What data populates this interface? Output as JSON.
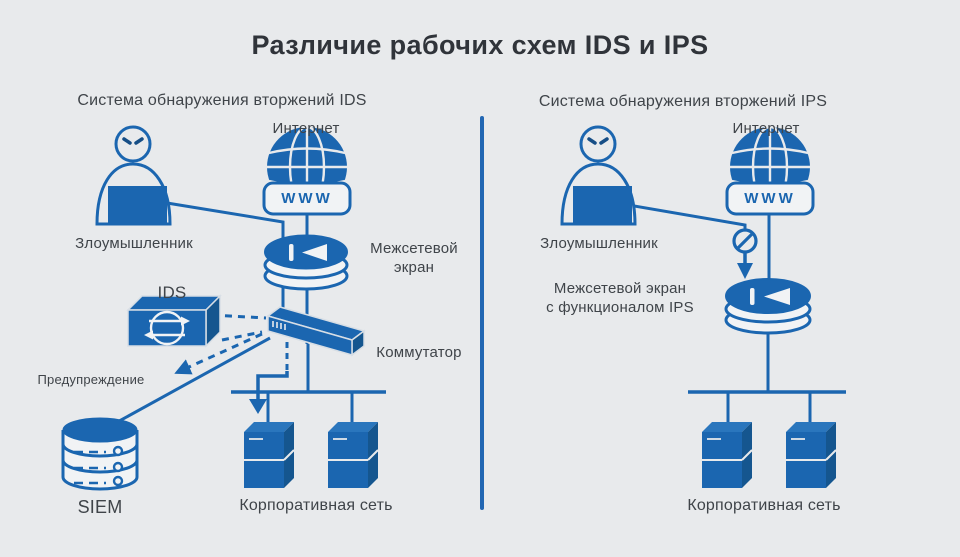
{
  "title": "Различие рабочих схем IDS и IPS",
  "colors": {
    "accent_blue": "#1b66b0",
    "divider_blue": "#2267b3",
    "background": "#e8eaec",
    "text_dark": "#3f4449"
  },
  "left": {
    "subtitle": "Система обнаружения вторжений IDS",
    "labels": {
      "internet": "Интернет",
      "internet_badge": "WWW",
      "attacker": "Злоумышленник",
      "firewall": "Межсетевой\nэкран",
      "ids": "IDS",
      "switch": "Коммутатор",
      "warning": "Предупреждение",
      "siem": "SIEM",
      "corporate_network": "Корпоративная сеть"
    }
  },
  "right": {
    "subtitle": "Система обнаружения вторжений IPS",
    "labels": {
      "internet": "Интернет",
      "internet_badge": "WWW",
      "attacker": "Злоумышленник",
      "firewall": "Межсетевой экран\nс функционалом IPS",
      "corporate_network": "Корпоративная сеть"
    }
  }
}
